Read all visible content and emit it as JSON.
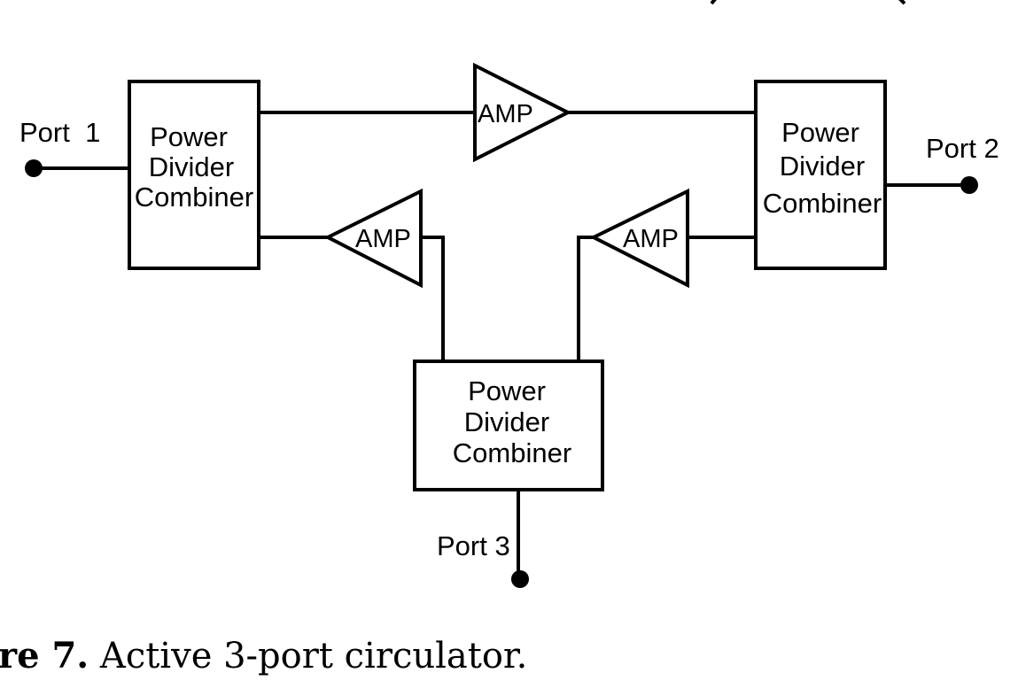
{
  "ports": {
    "port1": "Port  1",
    "port2": "Port 2",
    "port3": "Port 3"
  },
  "blocks": {
    "left": {
      "line1": "Power",
      "line2": "Divider",
      "line3": "Combiner"
    },
    "right": {
      "line1": "Power",
      "line2": "Divider",
      "line3": "Combiner"
    },
    "bottom": {
      "line1": "Power",
      "line2": "Divider",
      "line3": "Combiner"
    }
  },
  "amplifiers": {
    "top": "AMP",
    "left": "AMP",
    "right": "AMP"
  },
  "caption": {
    "label": "re 7.",
    "text": " Active 3-port circulator."
  }
}
